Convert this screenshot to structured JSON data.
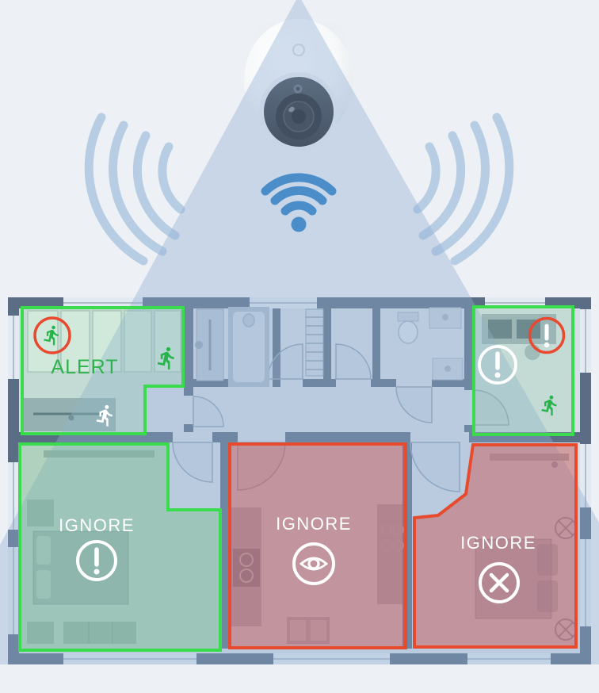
{
  "labels": {
    "alert": "ALERT",
    "ignore_bedroom": "IGNORE",
    "ignore_kitchen": "IGNORE",
    "ignore_bedroom2": "IGNORE"
  },
  "zones": [
    {
      "name": "living-room-zone",
      "mode": "alert"
    },
    {
      "name": "office-zone",
      "mode": "alert"
    },
    {
      "name": "bedroom-left-zone",
      "mode": "ignore"
    },
    {
      "name": "kitchen-zone",
      "mode": "ignore"
    },
    {
      "name": "bedroom-right-zone",
      "mode": "ignore"
    }
  ],
  "colors": {
    "alert_border": "#3bdb4e",
    "alert_text": "#2eb34c",
    "ignore_border": "#e84a2d",
    "alert_badge_ring": "#e8492f",
    "runner_green": "#28b44c",
    "wifi_blue": "#4a8dc9",
    "wave_blue": "#b7cde4",
    "wall": "#5b6d84",
    "cone": "rgba(144,176,212,0.40)"
  },
  "icons": {
    "camera": "security-camera",
    "cone": "camera-view-cone",
    "waves": "sound-waves",
    "wifi": "wifi-icon",
    "runner": "running-person-icon",
    "exclamation": "exclamation-icon",
    "eye": "eye-icon",
    "cross": "x-icon"
  }
}
